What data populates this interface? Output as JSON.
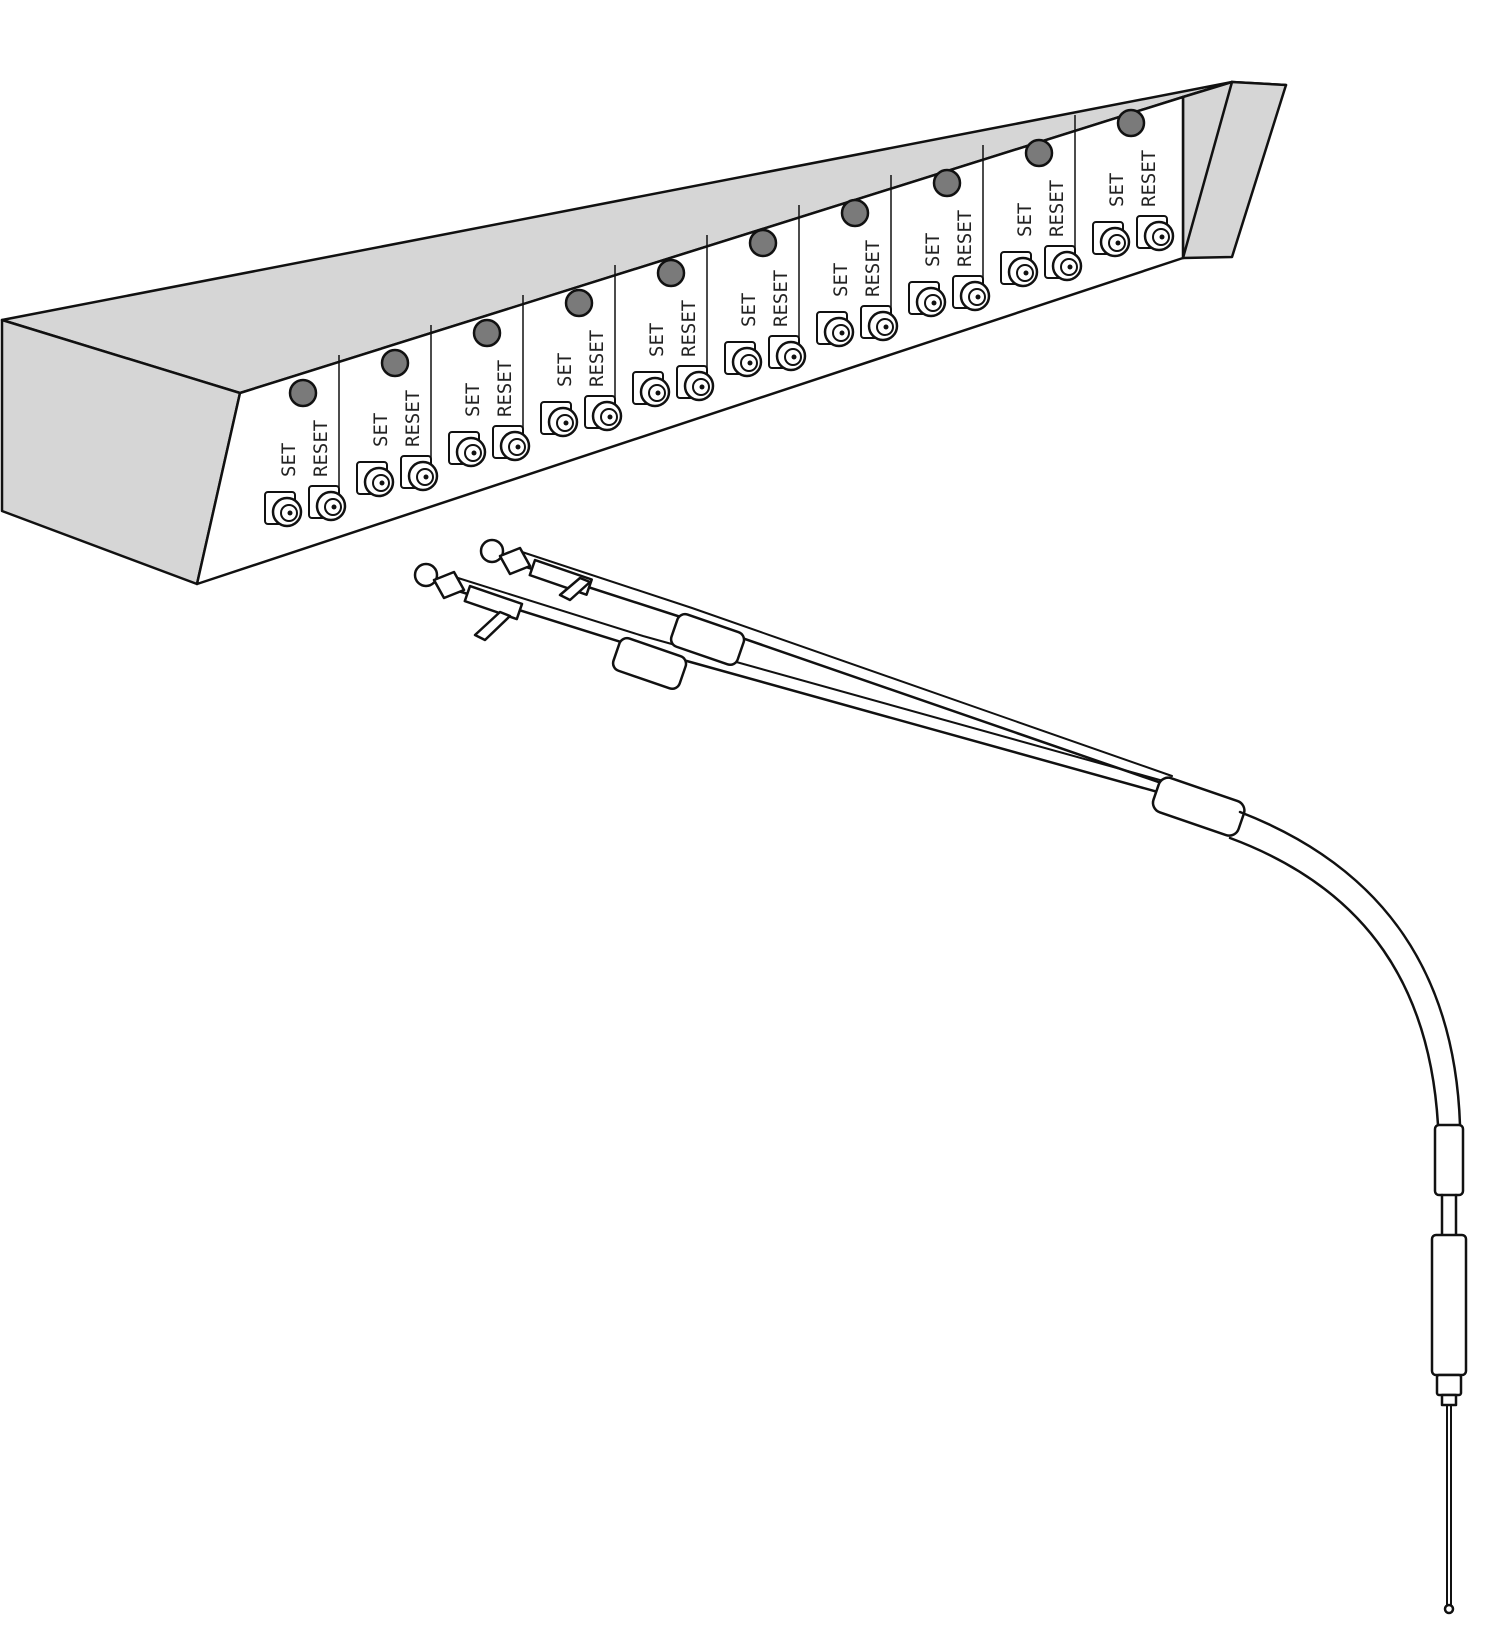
{
  "figure": {
    "module_count": 10,
    "labels": {
      "set": "SET",
      "reset": "RESET"
    },
    "colors": {
      "housing_fill": "#d6d6d6",
      "panel_fill": "#ffffff",
      "indicator_fill": "#7a7a7a",
      "line": "#111111",
      "background": "#ffffff"
    }
  }
}
